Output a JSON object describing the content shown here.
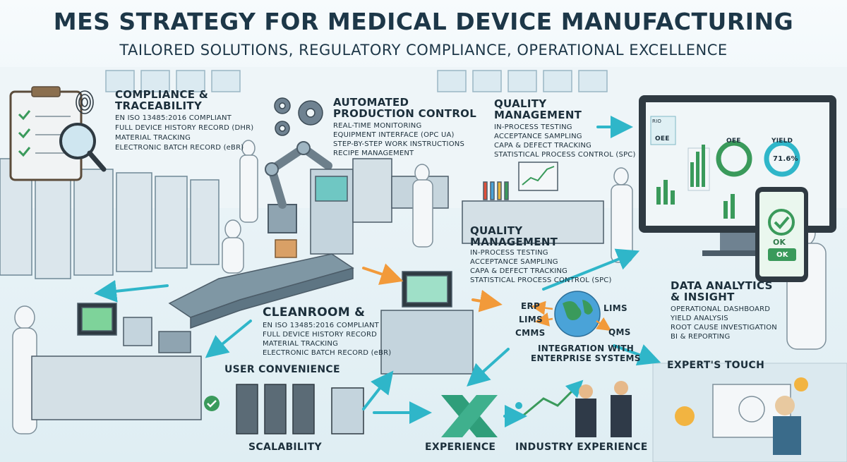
{
  "title": "MES STRATEGY FOR MEDICAL DEVICE MANUFACTURING",
  "subtitle": "TAILORED SOLUTIONS, REGULATORY COMPLIANCE, OPERATIONAL EXCELLENCE",
  "sections": {
    "compliance": {
      "heading_line1": "COMPLIANCE &",
      "heading_line2": "TRACEABILITY",
      "items": [
        "EN ISO 13485:2016 COMPLIANT",
        "FULL DEVICE HISTORY RECORD (DHR)",
        "MATERIAL TRACKING",
        "ELECTRONIC BATCH RECORD (eBR)"
      ]
    },
    "automated": {
      "heading_line1": "AUTOMATED",
      "heading_line2": "PRODUCTION CONTROL",
      "items": [
        "REAL-TIME MONITORING",
        "EQUIPMENT INTERFACE (OPC UA)",
        "STEP-BY-STEP WORK INSTRUCTIONS",
        "RECIPE MANAGEMENT"
      ]
    },
    "quality_top": {
      "heading_line1": "QUALITY",
      "heading_line2": "MANAGEMENT",
      "items": [
        "IN-PROCESS TESTING",
        "ACCEPTANCE SAMPLING",
        "CAPA & DEFECT TRACKING",
        "STATISTICAL PROCESS CONTROL (SPC)"
      ]
    },
    "quality_mid": {
      "heading_line1": "QUALITY",
      "heading_line2": "MANAGEMENT",
      "items": [
        "IN-PROCESS TESTING",
        "ACCEPTANCE SAMPLING",
        "CAPA & DEFECT TRACKING",
        "STATISTICAL PROCESS CONTROL (SPC)"
      ]
    },
    "cleanroom": {
      "heading": "CLEANROOM &",
      "items": [
        "EN ISO 13485:2016 COMPLIANT",
        "FULL DEVICE HISTORY RECORD",
        "MATERIAL TRACKING",
        "ELECTRONIC BATCH RECORD (eBR)"
      ]
    },
    "analytics": {
      "heading_line1": "DATA ANALYTICS",
      "heading_line2": "& INSIGHT",
      "items": [
        "OPERATIONAL DASHBOARD",
        "YIELD ANALYSIS",
        "ROOT CAUSE INVESTIGATION",
        "BI & REPORTING"
      ]
    },
    "integration": {
      "heading_line1": "INTEGRATION WITH",
      "heading_line2": "ENTERPRISE SYSTEMS",
      "systems": [
        "ERP",
        "LIMS",
        "CMMS",
        "LIMS",
        "QMS"
      ]
    }
  },
  "bottom_labels": {
    "user_convenience": "USER CONVENIENCE",
    "scalability": "SCALABILITY",
    "experience": "EXPERIENCE",
    "industry_experience": "INDUSTRY EXPERIENCE",
    "experts_touch": "EXPERT'S TOUCH"
  },
  "dashboard": {
    "kpi_label_1": "OEE",
    "kpi_label_2": "OEE",
    "kpi_label_3": "YIELD",
    "kpi_value_3": "71.6%",
    "corner_label": "RIO",
    "tablet_button": "OK",
    "tablet_text": "OK"
  },
  "colors": {
    "title": "#1d3748",
    "accent_teal": "#2fb6c9",
    "accent_orange": "#f29a3a",
    "machine_blue": "#9fb8c6",
    "screen_green": "#7ed39a"
  }
}
